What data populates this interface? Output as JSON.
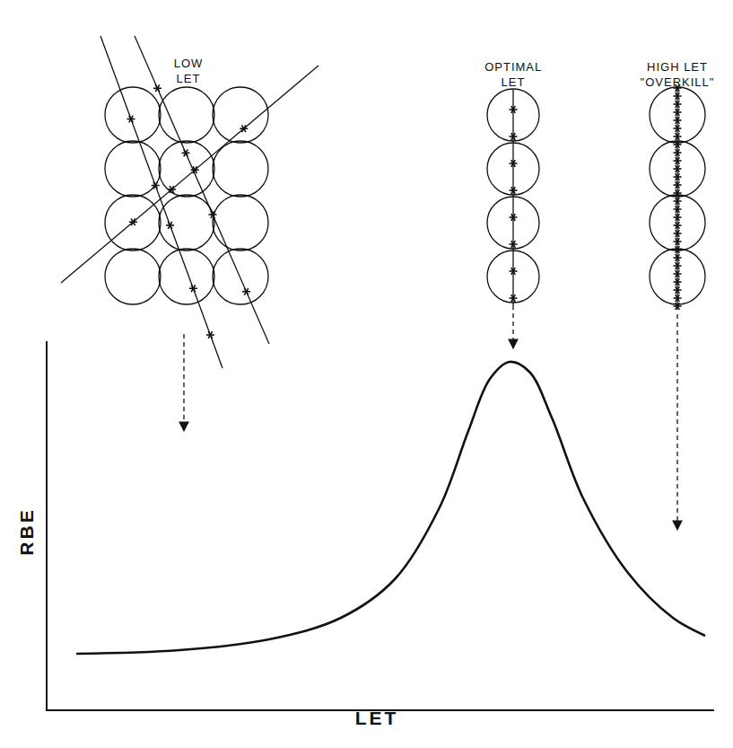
{
  "diagram": {
    "labels": [
      "LOW LET",
      "OPTIMAL LET",
      "HIGH LET \"OVERKILL\"",
      "RBE",
      "LET"
    ]
  }
}
